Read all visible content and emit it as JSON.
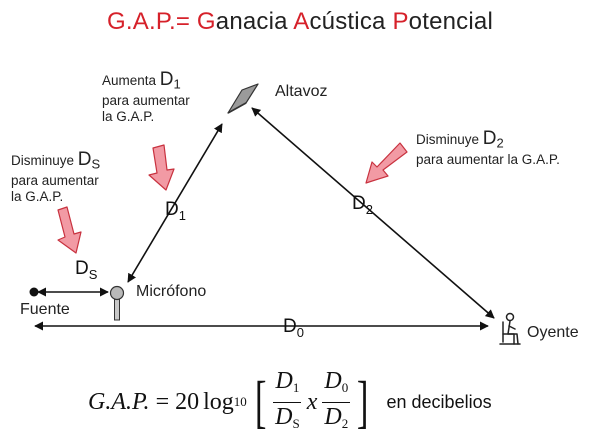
{
  "title": {
    "gap": "G.A.P.",
    "equals": "=",
    "g": "G",
    "g_rest": "anacia ",
    "a": "A",
    "a_rest": "cústica ",
    "p": "P",
    "p_rest": "otencial"
  },
  "entities": {
    "altavoz": "Altavoz",
    "microfono": "Micrófono",
    "fuente": "Fuente",
    "oyente": "Oyente"
  },
  "distances": {
    "d": "D",
    "d1_sub": "1",
    "d2_sub": "2",
    "d0_sub": "0",
    "ds_sub": "S"
  },
  "notes": {
    "d1": {
      "line1_pre": "Aumenta ",
      "line1_var": "D",
      "line1_sub": "1",
      "line2": "para aumentar",
      "line3": "la G.A.P."
    },
    "d2": {
      "line1_pre": "Disminuye ",
      "line1_var": "D",
      "line1_sub": "2",
      "line2": "para aumentar la G.A.P."
    },
    "ds": {
      "line1_pre": "Disminuye ",
      "line1_var": "D",
      "line1_sub": "S",
      "line2": "para aumentar",
      "line3": "la G.A.P."
    }
  },
  "formula": {
    "lhs": "G.A.P.",
    "equals": "=",
    "coef": "20",
    "log": "log",
    "base": "10",
    "lbracket": "[",
    "rbracket": "]",
    "num1": "D",
    "num1_sub": "1",
    "den1": "D",
    "den1_sub": "S",
    "times": "x",
    "num2": "D",
    "num2_sub": "0",
    "den2": "D",
    "den2_sub": "2",
    "unit": "en decibelios"
  },
  "colors": {
    "accent_red": "#d6212a",
    "pointer_arrow_fill": "#f29aa4",
    "pointer_arrow_stroke": "#c8323f",
    "speaker_gray": "#9a9a9a",
    "line": "#111111"
  },
  "icons": {
    "speaker": "speaker-icon",
    "microphone": "microphone-icon",
    "source": "source-dot-icon",
    "listener": "listener-seated-icon",
    "pointer": "pink-pointer-arrow-icon"
  }
}
